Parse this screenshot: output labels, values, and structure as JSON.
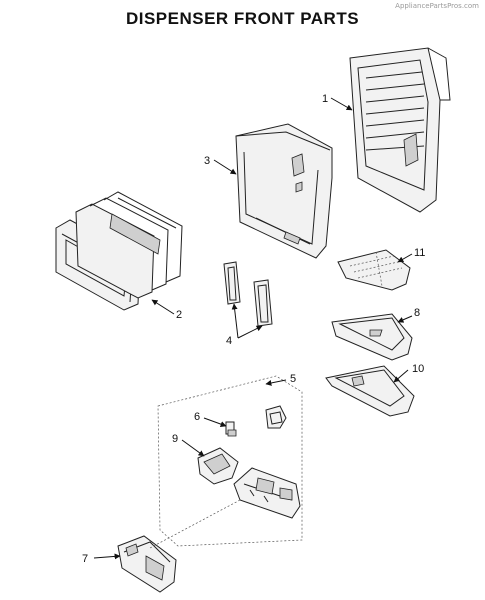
{
  "watermark": "AppliancePartsPros.com",
  "title": "DISPENSER FRONT PARTS",
  "callouts": {
    "c1": "1",
    "c2": "2",
    "c3": "3",
    "c4": "4",
    "c5": "5",
    "c6": "6",
    "c7": "7",
    "c8": "8",
    "c9": "9",
    "c10": "10",
    "c11": "11"
  }
}
